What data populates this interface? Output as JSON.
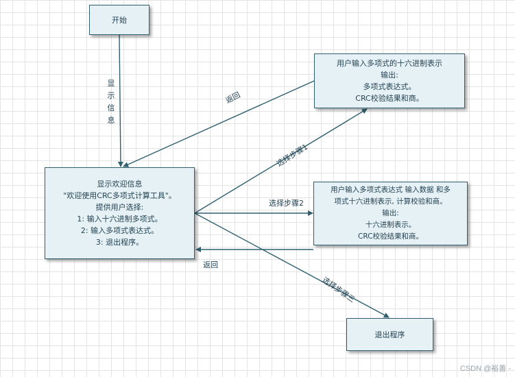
{
  "nodes": {
    "start": {
      "lines": [
        "开始"
      ]
    },
    "welcome": {
      "lines": [
        "显示欢迎信息",
        "\"欢迎使用CRC多项式计算工具\"。",
        "提供用户选择:",
        "1: 输入十六进制多项式。",
        "2: 输入多项式表达式。",
        "3: 退出程序。"
      ]
    },
    "hex_input": {
      "lines": [
        "用户输入多项式的十六进制表示",
        "输出:",
        "多项式表达式。",
        "CRC校验结果和商。"
      ]
    },
    "poly_input": {
      "lines": [
        "用户输入多项式表达式 输入数据 和多",
        "项式十六进制表示, 计算校验和商。",
        "输出:",
        "十六进制表示。",
        "CRC校验结果和商。"
      ]
    },
    "exit": {
      "lines": [
        "退出程序"
      ]
    }
  },
  "edges": {
    "show_info": "显示信息",
    "return_from_hex": "返回",
    "step1": "选择步骤1",
    "step2": "选择步骤2",
    "return_from_poly": "返回",
    "step3": "选择步骤三"
  },
  "watermark": "CSDN @裕善 -",
  "colors": {
    "box_fill": "#e6f1f5",
    "box_border": "#2f5f6f",
    "arrow": "#2f5f6f",
    "text": "#1f3f4f"
  }
}
